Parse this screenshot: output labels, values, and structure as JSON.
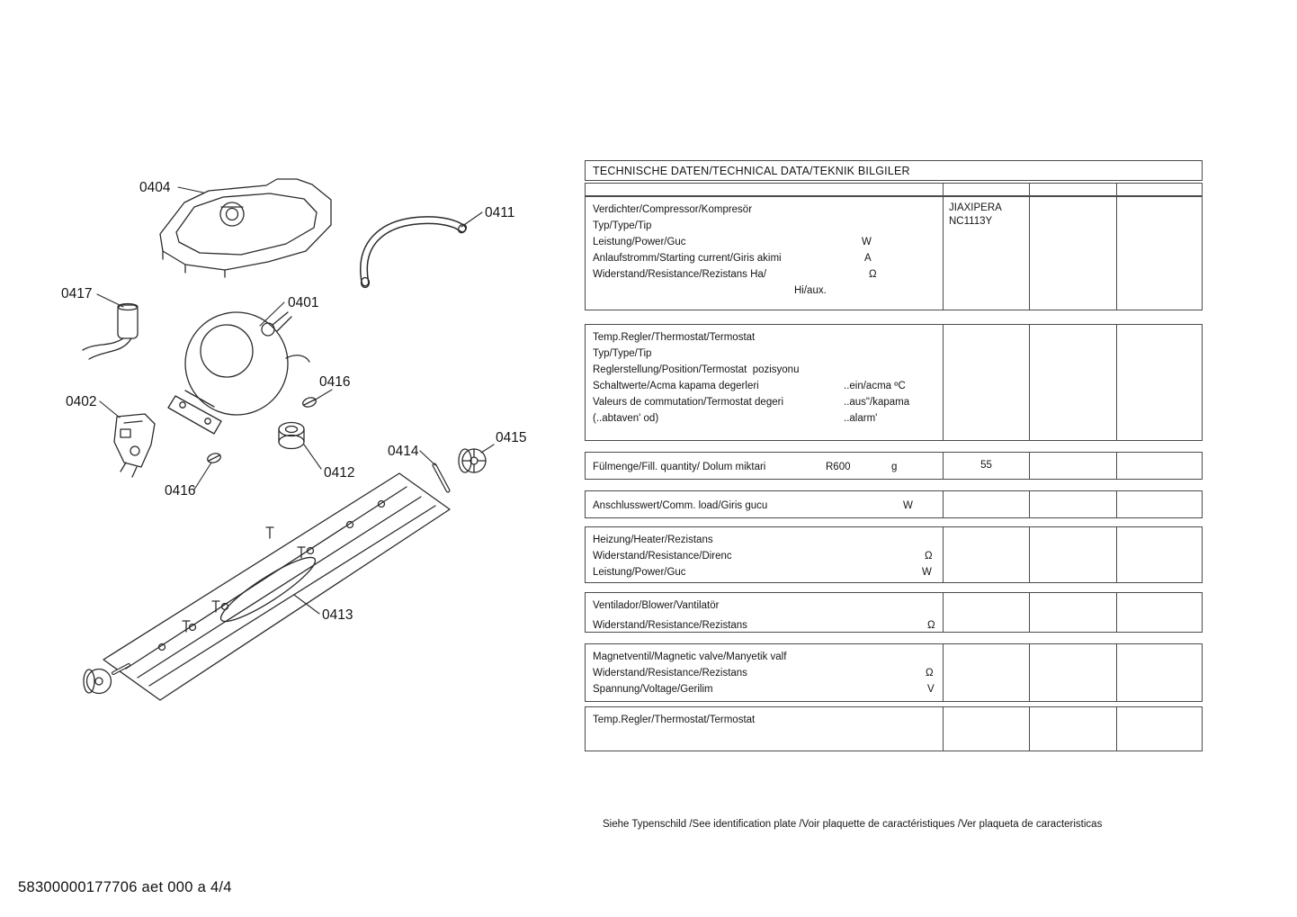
{
  "page": {
    "doc_code": "58300000177706 aet 000 a 4/4",
    "footnote": "Siehe Typenschild /See identification plate /Voir plaquette de caractéristiques /Ver plaqueta de caracteristicas"
  },
  "diagram": {
    "callouts": {
      "c0404": "0404",
      "c0411": "0411",
      "c0417": "0417",
      "c0401": "0401",
      "c0402": "0402",
      "c0416a": "0416",
      "c0416b": "0416",
      "c0412": "0412",
      "c0414": "0414",
      "c0415": "0415",
      "c0413": "0413"
    }
  },
  "table": {
    "title": "TECHNISCHE DATEN/TECHNICAL DATA/TEKNIK BILGILER",
    "blocks": {
      "compressor": {
        "l0": "Verdichter/Compressor/Kompresör",
        "l1": "Typ/Type/Tip",
        "l2": "Leistung/Power/Guc",
        "u2": "W",
        "l3": "Anlaufstromm/Starting current/Giris akimi",
        "u3": "A",
        "l4": "Widerstand/Resistance/Rezistans Ha/",
        "u4": "Ω",
        "l5": "Hi/aux.",
        "type_value_line1": "JIAXIPERA",
        "type_value_line2": "NC1113Y"
      },
      "thermostat": {
        "l0": "Temp.Regler/Thermostat/Termostat",
        "l1": "Typ/Type/Tip",
        "l2": "Reglerstellung/Position/Termostat  pozisyonu",
        "l3": "Schaltwerte/Acma kapama degerleri",
        "u3": "..ein/acma ºC",
        "l4": "Valeurs de commutation/Termostat degeri",
        "u4": "..aus\"/kapama",
        "l5": "(..abtaven' od)",
        "u5": "..alarm'"
      },
      "fill_quantity": {
        "l0": "Fülmenge/Fill. quantity/ Dolum miktari",
        "refrigerant": "R600",
        "unit": "g",
        "value": "55"
      },
      "connected_load": {
        "l0": "Anschlusswert/Comm. load/Giris gucu",
        "u0": "W"
      },
      "heater": {
        "l0": "Heizung/Heater/Rezistans",
        "l1": "Widerstand/Resistance/Direnc",
        "u1": "Ω",
        "l2": "Leistung/Power/Guc",
        "u2": "W"
      },
      "blower": {
        "l0": "Ventilador/Blower/Vantilatör",
        "l1": "Widerstand/Resistance/Rezistans",
        "u1": "Ω"
      },
      "magnetic_valve": {
        "l0": "Magnetventil/Magnetic valve/Manyetik valf",
        "l1": "Widerstand/Resistance/Rezistans",
        "u1": "Ω",
        "l2": "Spannung/Voltage/Gerilim",
        "u2": "V"
      },
      "thermostat2": {
        "l0": "Temp.Regler/Thermostat/Termostat"
      }
    }
  }
}
